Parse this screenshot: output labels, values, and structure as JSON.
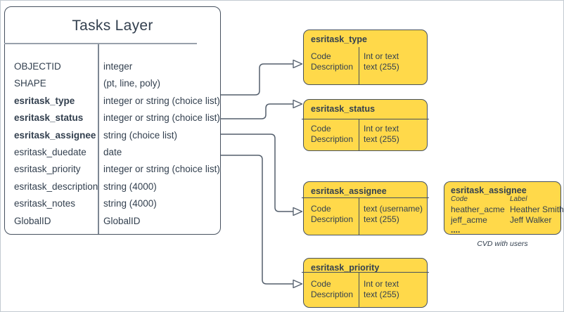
{
  "theme": {
    "background": "#ffffff",
    "canvas_border": "#c3cad1",
    "box_border": "#46515f",
    "inner_line": "#98a1ab",
    "text": "#33404f",
    "yellow_fill": "#ffd94a",
    "connector": "#535e6c"
  },
  "tasks_layer": {
    "title": "Tasks Layer",
    "fields": [
      {
        "name": "OBJECTID",
        "type": "integer",
        "bold": false
      },
      {
        "name": "SHAPE",
        "type": "(pt, line, poly)",
        "bold": false
      },
      {
        "name": "esritask_type",
        "type": "integer or string (choice list)",
        "bold": true
      },
      {
        "name": "esritask_status",
        "type": "integer or string (choice list)",
        "bold": true
      },
      {
        "name": "esritask_assignee",
        "type": "string (choice list)",
        "bold": true
      },
      {
        "name": "esritask_duedate",
        "type": "date",
        "bold": false
      },
      {
        "name": "esritask_priority",
        "type": "integer or string (choice list)",
        "bold": false
      },
      {
        "name": "esritask_description",
        "type": "string (4000)",
        "bold": false
      },
      {
        "name": "esritask_notes",
        "type": "string (4000)",
        "bold": false
      },
      {
        "name": "GlobalID",
        "type": "GlobalID",
        "bold": false
      }
    ]
  },
  "domains": {
    "type": {
      "title": "esritask_type",
      "left": [
        "Code",
        "Description"
      ],
      "right": [
        "Int or text",
        "text (255)"
      ]
    },
    "status": {
      "title": "esritask_status",
      "left": [
        "Code",
        "Description"
      ],
      "right": [
        "Int or text",
        "text (255)"
      ]
    },
    "assignee": {
      "title": "esritask_assignee",
      "left": [
        "Code",
        "Description"
      ],
      "right": [
        "text (username)",
        "text (255)"
      ]
    },
    "priority": {
      "title": "esritask_priority",
      "left": [
        "Code",
        "Description"
      ],
      "right": [
        "Int or text",
        "text (255)"
      ]
    }
  },
  "assignee_cvd": {
    "title": "esritask_assignee",
    "col_headers": [
      "Code",
      "Label"
    ],
    "rows": [
      [
        "heather_acme",
        "Heather Smith"
      ],
      [
        "jeff_acme",
        "Jeff Walker"
      ]
    ],
    "ellipsis": "....",
    "caption": "CVD with users"
  },
  "connections": [
    {
      "from": "esritask_type",
      "to": "esritask_type domain"
    },
    {
      "from": "esritask_status",
      "to": "esritask_status domain"
    },
    {
      "from": "esritask_assignee",
      "to": "esritask_assignee domain"
    },
    {
      "from": "esritask_priority",
      "to": "esritask_priority domain"
    }
  ]
}
